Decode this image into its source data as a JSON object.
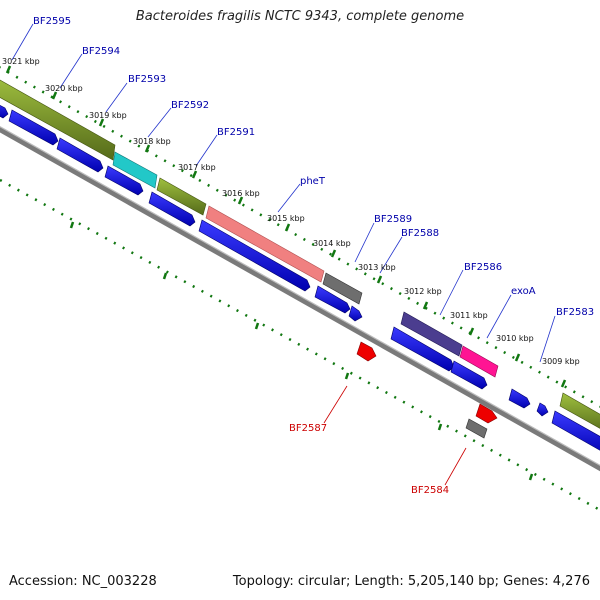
{
  "title": "Bacteroides fragilis NCTC 9343, complete genome",
  "footer": {
    "accession": "Accession: NC_003228",
    "summary": "Topology: circular; Length: 5,205,140 bp; Genes: 4,276"
  },
  "colors": {
    "forward_gene_label": "#0000aa",
    "reverse_gene_label": "#cc0000",
    "forward_cds": "#0000ee",
    "reverse_cds": "#ee0000",
    "backbone": "#808080",
    "tick": "#117711",
    "olive_feature": "#6b8e23",
    "cyan_feature": "#20c0c0",
    "pink_feature": "#f08080",
    "gray_feature": "#707070",
    "purple_feature": "#4b3d8f",
    "magenta_feature": "#ff1493"
  },
  "kbp_labels": [
    "3021 kbp",
    "3020 kbp",
    "3019 kbp",
    "3018 kbp",
    "3017 kbp",
    "3016 kbp",
    "3015 kbp",
    "3014 kbp",
    "3013 kbp",
    "3012 kbp",
    "3011 kbp",
    "3010 kbp",
    "3009 kbp"
  ],
  "forward_gene_labels": [
    "BF2595",
    "BF2594",
    "BF2593",
    "BF2592",
    "BF2591",
    "pheT",
    "BF2589",
    "BF2588",
    "BF2586",
    "exoA",
    "BF2583"
  ],
  "reverse_gene_labels": [
    "BF2587",
    "BF2584"
  ]
}
